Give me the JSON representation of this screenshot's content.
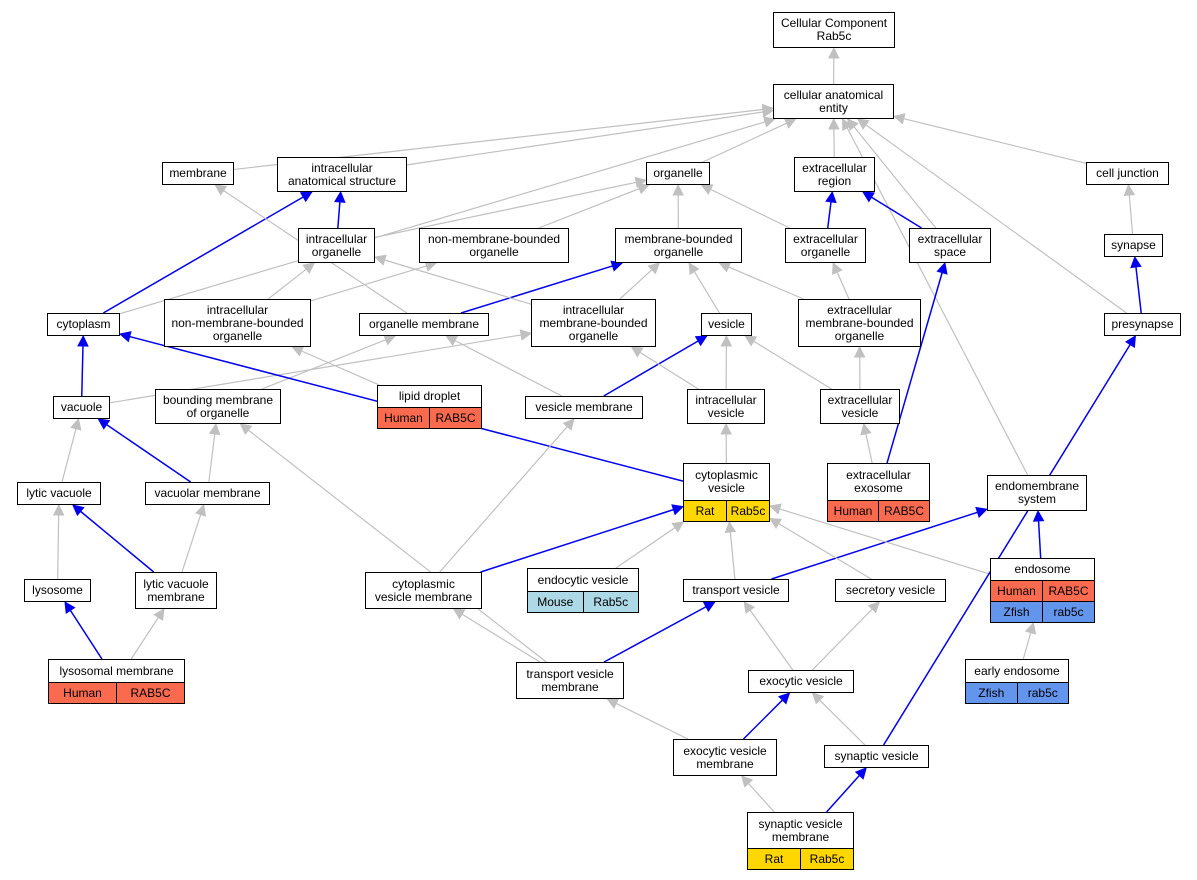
{
  "colors": {
    "edge_default": "#c0c0c0",
    "edge_highlight": "#0000ee",
    "Human": "#fa6a4f",
    "Rat": "#ffd700",
    "Mouse": "#add8e6",
    "Zfish": "#6495ed"
  },
  "nodes": {
    "cc": {
      "label": "Cellular Component\nRab5c"
    },
    "cae": {
      "label": "cellular anatomical\nentity"
    },
    "membrane": {
      "label": "membrane"
    },
    "ias": {
      "label": "intracellular\nanatomical structure"
    },
    "organelle": {
      "label": "organelle"
    },
    "ecr": {
      "label": "extracellular\nregion"
    },
    "cj": {
      "label": "cell junction"
    },
    "io": {
      "label": "intracellular\norganelle"
    },
    "nmbo": {
      "label": "non-membrane-bounded\norganelle"
    },
    "mbo": {
      "label": "membrane-bounded\norganelle"
    },
    "eco": {
      "label": "extracellular\norganelle"
    },
    "ecs": {
      "label": "extracellular\nspace"
    },
    "synapse": {
      "label": "synapse"
    },
    "cyto": {
      "label": "cytoplasm"
    },
    "inmbo": {
      "label": "intracellular\nnon-membrane-bounded\norganelle"
    },
    "om": {
      "label": "organelle membrane"
    },
    "imbo": {
      "label": "intracellular\nmembrane-bounded\norganelle"
    },
    "vesicle": {
      "label": "vesicle"
    },
    "embo": {
      "label": "extracellular\nmembrane-bounded\norganelle"
    },
    "presyn": {
      "label": "presynapse"
    },
    "vacuole": {
      "label": "vacuole"
    },
    "bmo": {
      "label": "bounding membrane\nof organelle"
    },
    "ld": {
      "label": "lipid droplet",
      "ann": [
        [
          "Human",
          "RAB5C"
        ]
      ]
    },
    "vm": {
      "label": "vesicle membrane"
    },
    "iv": {
      "label": "intracellular\nvesicle"
    },
    "ev": {
      "label": "extracellular\nvesicle"
    },
    "lv": {
      "label": "lytic vacuole"
    },
    "vacm": {
      "label": "vacuolar membrane"
    },
    "cv": {
      "label": "cytoplasmic\nvesicle",
      "ann": [
        [
          "Rat",
          "Rab5c"
        ]
      ]
    },
    "exo": {
      "label": "extracellular\nexosome",
      "ann": [
        [
          "Human",
          "RAB5C"
        ]
      ]
    },
    "ems": {
      "label": "endomembrane\nsystem"
    },
    "lyso": {
      "label": "lysosome"
    },
    "lvm": {
      "label": "lytic vacuole\nmembrane"
    },
    "cvm": {
      "label": "cytoplasmic\nvesicle membrane"
    },
    "endv": {
      "label": "endocytic vesicle",
      "ann": [
        [
          "Mouse",
          "Rab5c"
        ]
      ]
    },
    "tv": {
      "label": "transport vesicle"
    },
    "sv": {
      "label": "secretory vesicle"
    },
    "endo": {
      "label": "endosome",
      "ann": [
        [
          "Human",
          "RAB5C"
        ],
        [
          "Zfish",
          "rab5c"
        ]
      ]
    },
    "lm": {
      "label": "lysosomal membrane",
      "ann": [
        [
          "Human",
          "RAB5C"
        ]
      ]
    },
    "tvm": {
      "label": "transport vesicle\nmembrane"
    },
    "exv": {
      "label": "exocytic vesicle"
    },
    "ee": {
      "label": "early endosome",
      "ann": [
        [
          "Zfish",
          "rab5c"
        ]
      ]
    },
    "exvm": {
      "label": "exocytic vesicle\nmembrane"
    },
    "synv": {
      "label": "synaptic vesicle"
    },
    "svm": {
      "label": "synaptic vesicle\nmembrane",
      "ann": [
        [
          "Rat",
          "Rab5c"
        ]
      ]
    }
  },
  "edges": [
    {
      "from": "cae",
      "to": "cc",
      "highlight": false
    },
    {
      "from": "membrane",
      "to": "cae",
      "highlight": false
    },
    {
      "from": "ias",
      "to": "cae",
      "highlight": false
    },
    {
      "from": "organelle",
      "to": "cae",
      "highlight": false
    },
    {
      "from": "ecr",
      "to": "cae",
      "highlight": false
    },
    {
      "from": "ecs",
      "to": "cae",
      "highlight": false
    },
    {
      "from": "cj",
      "to": "cae",
      "highlight": false
    },
    {
      "from": "cyto",
      "to": "cae",
      "highlight": false
    },
    {
      "from": "ems",
      "to": "cae",
      "highlight": false
    },
    {
      "from": "presyn",
      "to": "cae",
      "highlight": false
    },
    {
      "from": "io",
      "to": "ias",
      "highlight": true
    },
    {
      "from": "cyto",
      "to": "ias",
      "highlight": true
    },
    {
      "from": "io",
      "to": "organelle",
      "highlight": false
    },
    {
      "from": "nmbo",
      "to": "organelle",
      "highlight": false
    },
    {
      "from": "mbo",
      "to": "organelle",
      "highlight": false
    },
    {
      "from": "eco",
      "to": "organelle",
      "highlight": false
    },
    {
      "from": "eco",
      "to": "ecr",
      "highlight": true
    },
    {
      "from": "ecs",
      "to": "ecr",
      "highlight": true
    },
    {
      "from": "synapse",
      "to": "cj",
      "highlight": false
    },
    {
      "from": "presyn",
      "to": "synapse",
      "highlight": true
    },
    {
      "from": "om",
      "to": "membrane",
      "highlight": false
    },
    {
      "from": "om",
      "to": "mbo",
      "highlight": true
    },
    {
      "from": "inmbo",
      "to": "io",
      "highlight": false
    },
    {
      "from": "inmbo",
      "to": "nmbo",
      "highlight": false
    },
    {
      "from": "imbo",
      "to": "io",
      "highlight": false
    },
    {
      "from": "imbo",
      "to": "mbo",
      "highlight": false
    },
    {
      "from": "vesicle",
      "to": "mbo",
      "highlight": false
    },
    {
      "from": "embo",
      "to": "mbo",
      "highlight": false
    },
    {
      "from": "embo",
      "to": "eco",
      "highlight": false
    },
    {
      "from": "vacuole",
      "to": "cyto",
      "highlight": true
    },
    {
      "from": "vacuole",
      "to": "imbo",
      "highlight": false
    },
    {
      "from": "bmo",
      "to": "om",
      "highlight": false
    },
    {
      "from": "ld",
      "to": "inmbo",
      "highlight": false
    },
    {
      "from": "vm",
      "to": "om",
      "highlight": false
    },
    {
      "from": "vm",
      "to": "vesicle",
      "highlight": true
    },
    {
      "from": "iv",
      "to": "vesicle",
      "highlight": false
    },
    {
      "from": "iv",
      "to": "imbo",
      "highlight": false
    },
    {
      "from": "ev",
      "to": "vesicle",
      "highlight": false
    },
    {
      "from": "ev",
      "to": "embo",
      "highlight": false
    },
    {
      "from": "lv",
      "to": "vacuole",
      "highlight": false
    },
    {
      "from": "vacm",
      "to": "vacuole",
      "highlight": true
    },
    {
      "from": "vacm",
      "to": "bmo",
      "highlight": false
    },
    {
      "from": "cv",
      "to": "iv",
      "highlight": false
    },
    {
      "from": "cv",
      "to": "cyto",
      "highlight": true
    },
    {
      "from": "exo",
      "to": "ev",
      "highlight": false
    },
    {
      "from": "exo",
      "to": "ecs",
      "highlight": true
    },
    {
      "from": "lyso",
      "to": "lv",
      "highlight": false
    },
    {
      "from": "lvm",
      "to": "lv",
      "highlight": true
    },
    {
      "from": "lvm",
      "to": "vacm",
      "highlight": false
    },
    {
      "from": "cvm",
      "to": "vm",
      "highlight": false
    },
    {
      "from": "cvm",
      "to": "cv",
      "highlight": true
    },
    {
      "from": "endv",
      "to": "cv",
      "highlight": false
    },
    {
      "from": "tv",
      "to": "cv",
      "highlight": false
    },
    {
      "from": "tv",
      "to": "ems",
      "highlight": true
    },
    {
      "from": "sv",
      "to": "cv",
      "highlight": false
    },
    {
      "from": "endo",
      "to": "cv",
      "highlight": false
    },
    {
      "from": "endo",
      "to": "ems",
      "highlight": true
    },
    {
      "from": "lm",
      "to": "lyso",
      "highlight": true
    },
    {
      "from": "lm",
      "to": "lvm",
      "highlight": false
    },
    {
      "from": "tvm",
      "to": "cvm",
      "highlight": false
    },
    {
      "from": "tvm",
      "to": "tv",
      "highlight": true
    },
    {
      "from": "tvm",
      "to": "bmo",
      "highlight": false
    },
    {
      "from": "exv",
      "to": "tv",
      "highlight": false
    },
    {
      "from": "exv",
      "to": "sv",
      "highlight": false
    },
    {
      "from": "ee",
      "to": "endo",
      "highlight": false
    },
    {
      "from": "exvm",
      "to": "tvm",
      "highlight": false
    },
    {
      "from": "exvm",
      "to": "exv",
      "highlight": true
    },
    {
      "from": "synv",
      "to": "exv",
      "highlight": false
    },
    {
      "from": "synv",
      "to": "presyn",
      "highlight": true
    },
    {
      "from": "svm",
      "to": "exvm",
      "highlight": false
    },
    {
      "from": "svm",
      "to": "synv",
      "highlight": true
    }
  ]
}
